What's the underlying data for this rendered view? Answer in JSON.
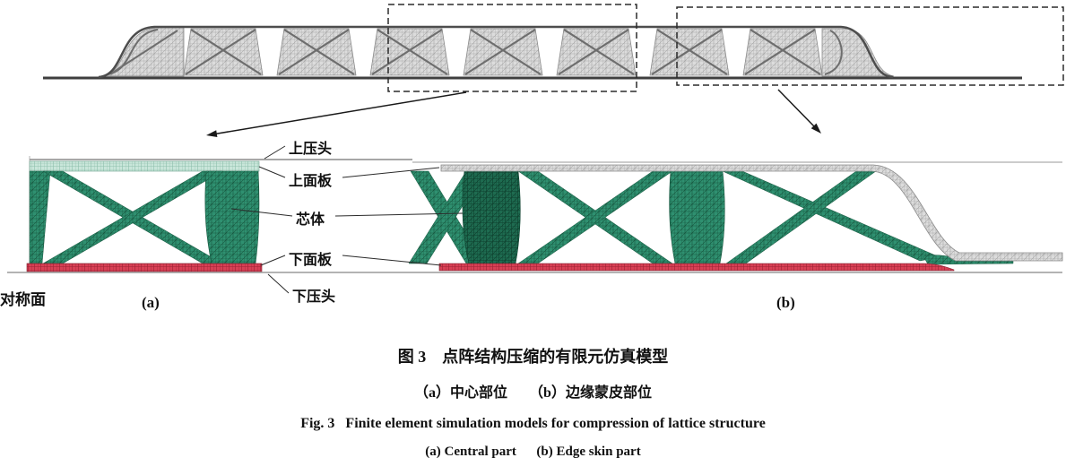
{
  "figure": {
    "part_labels": {
      "upper_indenter": "上压头",
      "upper_faceplate": "上面板",
      "core": "芯体",
      "lower_faceplate": "下面板",
      "lower_indenter": "下压头",
      "symmetry_plane": "对称面"
    },
    "subfigure_labels": {
      "a": "(a)",
      "b": "(b)"
    },
    "captions": {
      "zh_title": "图 3　点阵结构压缩的有限元仿真模型",
      "zh_subtitle": "（a）中心部位　　（b）边缘蒙皮部位",
      "en_title": "Fig. 3   Finite element simulation models for compression of lattice structure",
      "en_subtitle": "(a) Central part      (b) Edge skin part"
    },
    "colors": {
      "core_green": "#2f9070",
      "core_dark_green": "#1e6b50",
      "upper_faceplate_teal": "#c9e6da",
      "lower_plate_red": "#d84055",
      "overview_gray": "#dcdcdc",
      "edge_skin_gray": "#d6d6d6"
    }
  }
}
